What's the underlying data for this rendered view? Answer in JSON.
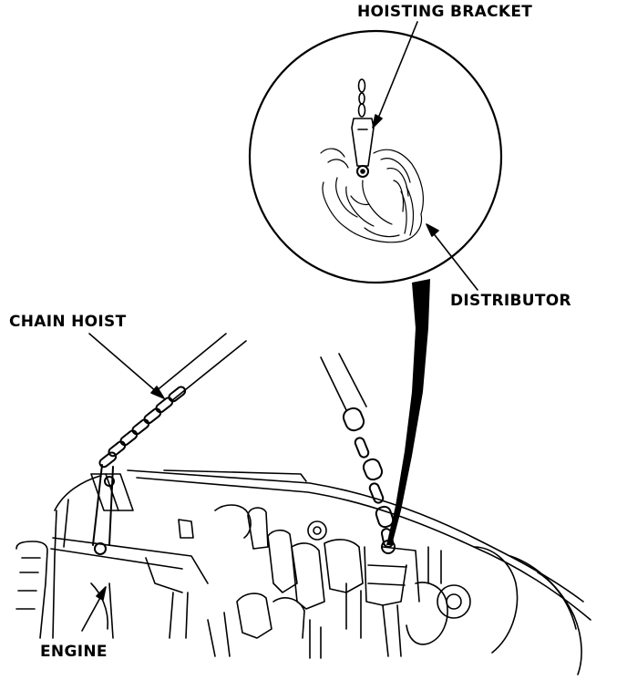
{
  "labels": {
    "hoisting_bracket": "HOISTING BRACKET",
    "distributor": "DISTRIBUTOR",
    "chain_hoist": "CHAIN HOIST",
    "engine": "ENGINE"
  },
  "colors": {
    "ink": "#000000",
    "paper": "#ffffff"
  }
}
